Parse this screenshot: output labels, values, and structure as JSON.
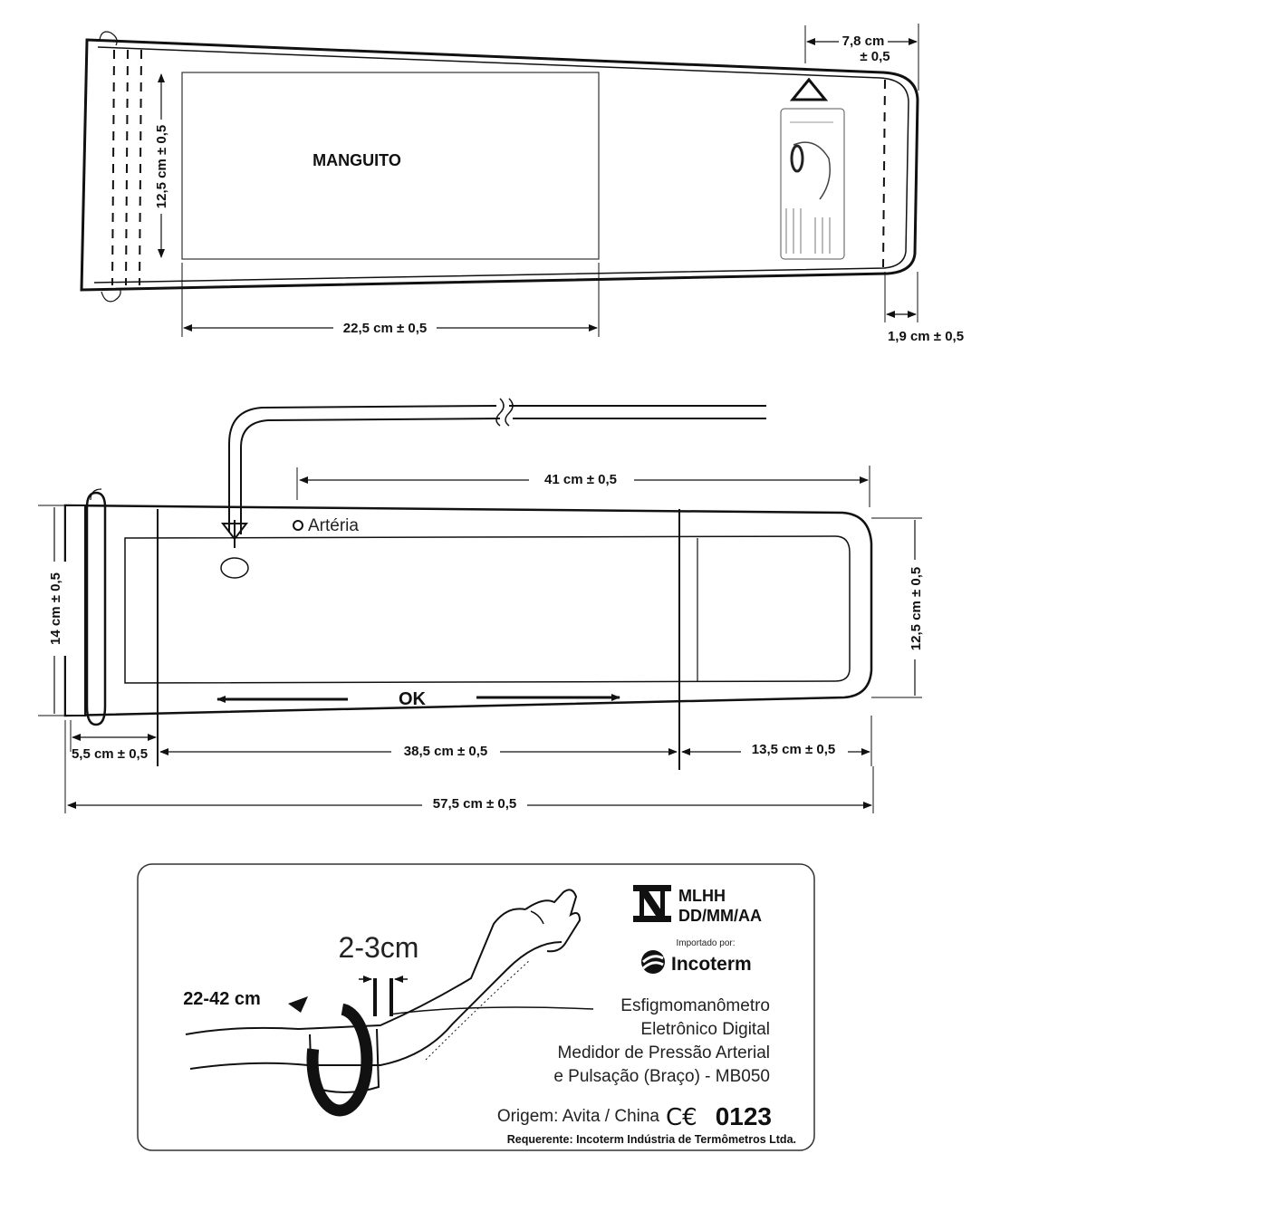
{
  "top": {
    "cuff_label": "MANGUITO",
    "dim_width_label": "22,5 cm ± 0,5",
    "dim_height_label": "12,5 cm ± 0,5",
    "dim_tab_top_line1": "7,8 cm",
    "dim_tab_top_line2": "± 0,5",
    "dim_end_label": "1,9 cm ± 0,5"
  },
  "middle": {
    "artery_label": "Artéria",
    "ok_label": "OK",
    "dim_41": "41 cm ± 0,5",
    "dim_14": "14 cm ± 0,5",
    "dim_125": "12,5 cm ± 0,5",
    "dim_55": "5,5 cm ± 0,5",
    "dim_385": "38,5 cm ± 0,5",
    "dim_135": "13,5 cm ± 0,5",
    "dim_575": "57,5 cm ± 0,5"
  },
  "label": {
    "circumference": "22-42 cm",
    "gap": "2-3cm",
    "batch_code": "MLHH",
    "date_format": "DD/MM/AA",
    "imported_by": "Importado por:",
    "brand": "Incoterm",
    "desc_line1": "Esfigmomanômetro",
    "desc_line2": "Eletrônico Digital",
    "desc_line3": "Medidor de Pressão Arterial",
    "desc_line4": "e Pulsação (Braço) - MB050",
    "origin": "Origem: Avita / China",
    "ce_mark": "C€",
    "ce_number": "0123",
    "applicant": "Requerente: Incoterm Indústria de Termômetros Ltda."
  }
}
